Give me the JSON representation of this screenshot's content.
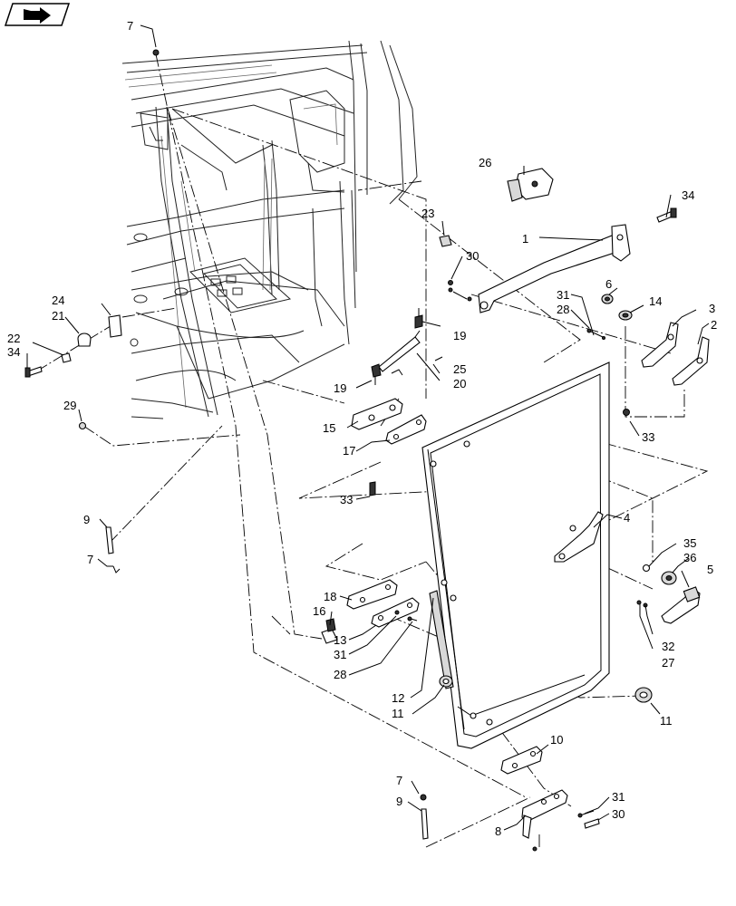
{
  "nav_icon": "folder-arrow-icon",
  "callouts": {
    "c1": "1",
    "c2": "2",
    "c3": "3",
    "c4": "4",
    "c5": "5",
    "c6": "6",
    "c7a": "7",
    "c7b": "7",
    "c7c": "7",
    "c8": "8",
    "c9a": "9",
    "c9b": "9",
    "c10": "10",
    "c11a": "11",
    "c11b": "11",
    "c12": "12",
    "c13": "13",
    "c14": "14",
    "c15": "15",
    "c16": "16",
    "c17": "17",
    "c18": "18",
    "c19a": "19",
    "c19b": "19",
    "c20": "20",
    "c21": "21",
    "c22": "22",
    "c23": "23",
    "c24": "24",
    "c25": "25",
    "c26": "26",
    "c27": "27",
    "c28a": "28",
    "c28b": "28",
    "c29": "29",
    "c30a": "30",
    "c30b": "30",
    "c31a": "31",
    "c31b": "31",
    "c31c": "31",
    "c32": "32",
    "c33a": "33",
    "c33b": "33",
    "c34a": "34",
    "c34b": "34",
    "c35": "35",
    "c36": "36"
  }
}
